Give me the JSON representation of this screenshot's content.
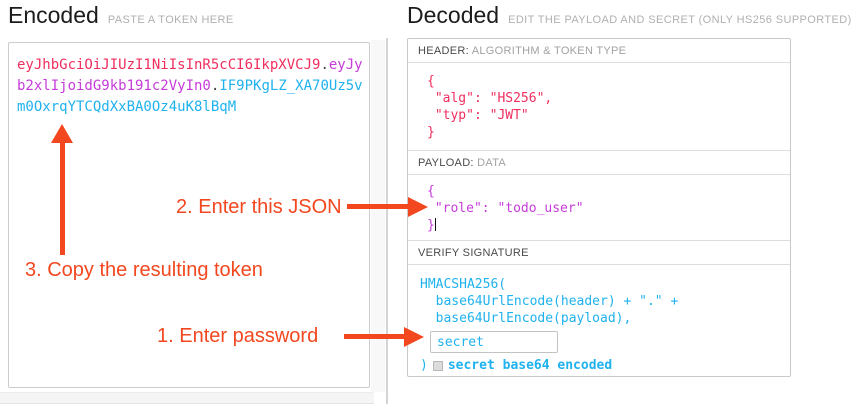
{
  "encoded": {
    "title": "Encoded",
    "subtitle": "PASTE A TOKEN HERE",
    "token": {
      "header": "eyJhbGciOiJIUzI1NiIsInR5cCI6IkpXVCJ9",
      "separator": ".",
      "payload": "eyJyb2xlIjoidG9kb191c2VyIn0",
      "signature": "IF9PKgLZ_XA70Uz5vm0OxrqYTCQdXxBA0Oz4uK8lBqM"
    }
  },
  "decoded": {
    "title": "Decoded",
    "subtitle": "EDIT THE PAYLOAD AND SECRET (ONLY HS256 SUPPORTED)",
    "header_section": {
      "label_strong": "HEADER:",
      "label_light": "ALGORITHM & TOKEN TYPE",
      "json_lines": [
        "{",
        " \"alg\": \"HS256\",",
        " \"typ\": \"JWT\"",
        "}"
      ]
    },
    "payload_section": {
      "label_strong": "PAYLOAD:",
      "label_light": "DATA",
      "json_lines": [
        "{",
        " \"role\": \"todo_user\"",
        "}"
      ]
    },
    "signature_section": {
      "label_strong": "VERIFY SIGNATURE",
      "code_lines": [
        "HMACSHA256(",
        "  base64UrlEncode(header) + \".\" +",
        "  base64UrlEncode(payload),"
      ],
      "secret_value": "secret",
      "closing_paren": ")",
      "checkbox_label": "secret base64 encoded",
      "checkbox_checked": false
    }
  },
  "annotations": {
    "step1": "1. Enter password",
    "step2": "2. Enter this JSON",
    "step3": "3. Copy the resulting token"
  },
  "colors": {
    "token_header": "#f02e5e",
    "token_payload": "#c63bd9",
    "token_signature": "#1fb2ee",
    "annotation": "#f3471f"
  }
}
